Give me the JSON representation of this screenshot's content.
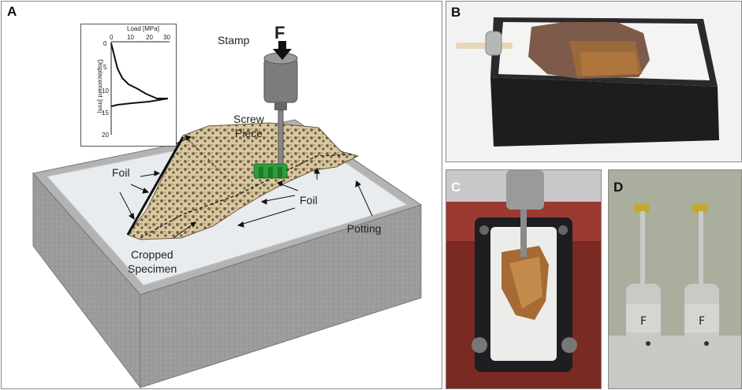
{
  "panels": {
    "a": {
      "letter": "A"
    },
    "b": {
      "letter": "B"
    },
    "c": {
      "letter": "C"
    },
    "d": {
      "letter": "D"
    }
  },
  "labels": {
    "force": "F",
    "stamp": "Stamp",
    "screw_piece_line1": "Screw",
    "screw_piece_line2": "Piece",
    "foil_left": "Foil",
    "foil_right": "Foil",
    "potting": "Potting",
    "cropped_line1": "Cropped",
    "cropped_line2": "Specimen"
  },
  "inset_graph": {
    "x_axis_label": "Load [MPa]",
    "y_axis_label": "Displacement [mm]",
    "x_ticks": [
      "0",
      "10",
      "20",
      "30"
    ],
    "y_ticks": [
      "0",
      "5",
      "10",
      "15",
      "20"
    ]
  },
  "colors": {
    "block_gray": "#9a9a9a",
    "potting_white": "#e9ecee",
    "bone_tan": "#cdbb92",
    "screw_green": "#2e9e3a",
    "stamp_gray": "#7c7c7c",
    "housing_black": "#1d1d1f"
  }
}
